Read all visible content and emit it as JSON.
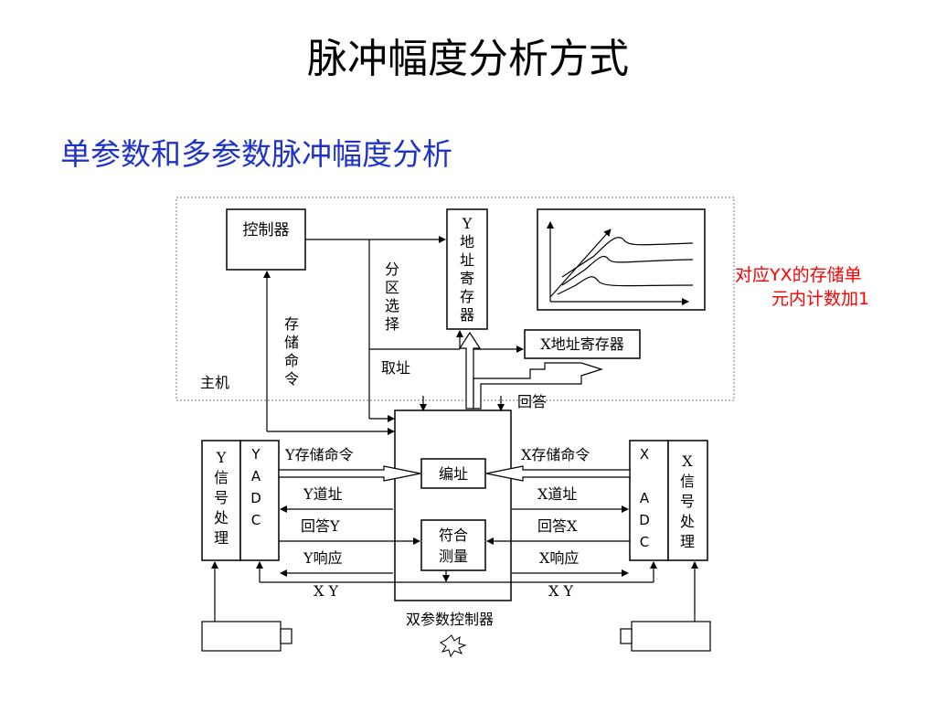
{
  "title": "脉冲幅度分析方式",
  "subtitle": "单参数和多参数脉冲幅度分析",
  "annotation": {
    "line1": "对应YX的存储单",
    "line2": "元内计数加1"
  },
  "diagram": {
    "host_label": "主机",
    "controller": "控制器",
    "y_addr_register": [
      "Y",
      "地",
      "址",
      "寄",
      "存",
      "器"
    ],
    "x_addr_register": "X地址寄存器",
    "partition_select": [
      "分",
      "区",
      "选",
      "择"
    ],
    "store_command": [
      "存",
      "储",
      "命",
      "令"
    ],
    "fetch_addr": "取址",
    "reply": "回答",
    "y_signal": [
      "Y",
      "信",
      "号",
      "处",
      "理"
    ],
    "y_adc": [
      "Y",
      "A",
      "D",
      "C"
    ],
    "x_adc": [
      "X",
      "",
      "A",
      "D",
      "C"
    ],
    "x_signal": [
      "X",
      "信",
      "号",
      "处",
      "理"
    ],
    "y_store_cmd": "Y存储命令",
    "x_store_cmd": "X存储命令",
    "encode": "编址",
    "y_channel_addr": "Y道址",
    "x_channel_addr": "X道址",
    "reply_y": "回答Y",
    "reply_x": "回答X",
    "coincidence": [
      "符合",
      "测量"
    ],
    "y_response": "Y响应",
    "x_response": "X响应",
    "xy_left": "X Y",
    "xy_right": "X Y",
    "dual_param_controller": "双参数控制器"
  }
}
